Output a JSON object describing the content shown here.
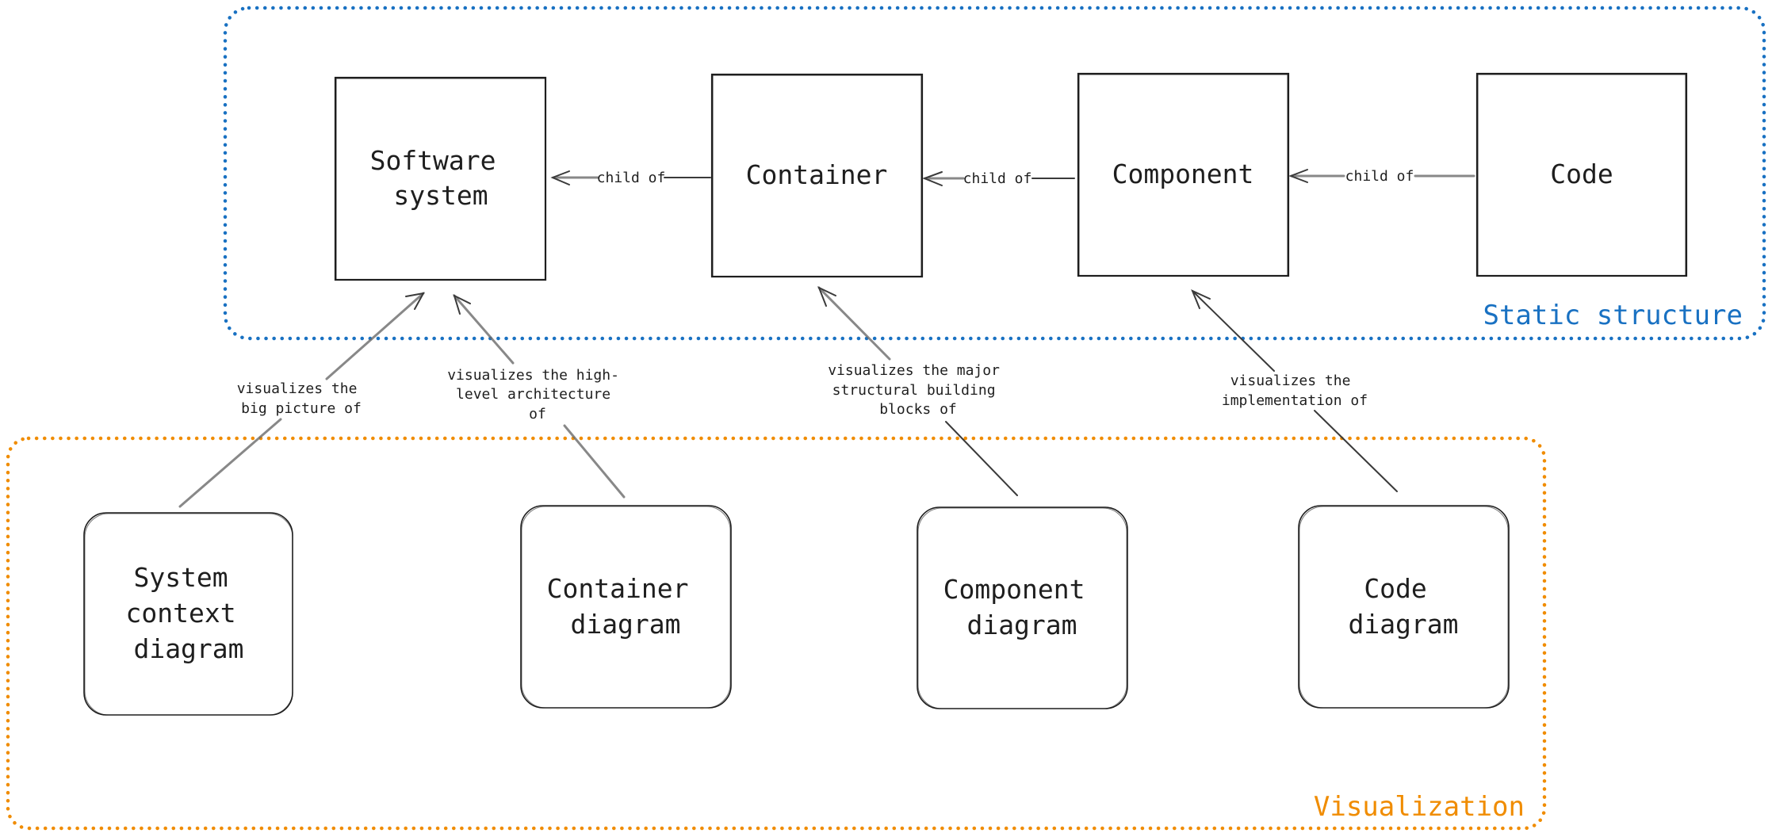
{
  "diagram": {
    "groups": [
      {
        "id": "static-structure",
        "label": "Static structure",
        "color": "#1971c2",
        "style": "dotted"
      },
      {
        "id": "visualization",
        "label": "Visualization",
        "color": "#f08c00",
        "style": "dotted"
      }
    ],
    "structure_nodes": [
      {
        "id": "software-system",
        "lines": [
          "Software",
          "system"
        ],
        "shape": "rectangle"
      },
      {
        "id": "container",
        "lines": [
          "Container"
        ],
        "shape": "rectangle"
      },
      {
        "id": "component",
        "lines": [
          "Component"
        ],
        "shape": "rectangle"
      },
      {
        "id": "code",
        "lines": [
          "Code"
        ],
        "shape": "rectangle"
      }
    ],
    "diagram_nodes": [
      {
        "id": "system-context-diagram",
        "lines": [
          "System",
          "context",
          "diagram"
        ],
        "shape": "rounded-rectangle"
      },
      {
        "id": "container-diagram",
        "lines": [
          "Container",
          "diagram"
        ],
        "shape": "rounded-rectangle"
      },
      {
        "id": "component-diagram",
        "lines": [
          "Component",
          "diagram"
        ],
        "shape": "rounded-rectangle"
      },
      {
        "id": "code-diagram",
        "lines": [
          "Code",
          "diagram"
        ],
        "shape": "rounded-rectangle"
      }
    ],
    "child_edges": [
      {
        "from": "container",
        "to": "software-system",
        "label": "child of"
      },
      {
        "from": "component",
        "to": "container",
        "label": "child of"
      },
      {
        "from": "code",
        "to": "component",
        "label": "child of"
      }
    ],
    "visualizes_edges": [
      {
        "from": "system-context-diagram",
        "to": "software-system",
        "lines": [
          "visualizes the",
          "big picture of"
        ]
      },
      {
        "from": "container-diagram",
        "to": "software-system",
        "lines": [
          "visualizes the high-",
          "level architecture",
          "of"
        ]
      },
      {
        "from": "component-diagram",
        "to": "container",
        "lines": [
          "visualizes the major",
          "structural building",
          "blocks of"
        ]
      },
      {
        "from": "code-diagram",
        "to": "component",
        "lines": [
          "visualizes the",
          "implementation of"
        ]
      }
    ],
    "colors": {
      "stroke": "#1e1e1e",
      "edge": "#3a3a3a",
      "static_structure": "#1971c2",
      "visualization": "#f08c00",
      "background": "#ffffff"
    }
  }
}
